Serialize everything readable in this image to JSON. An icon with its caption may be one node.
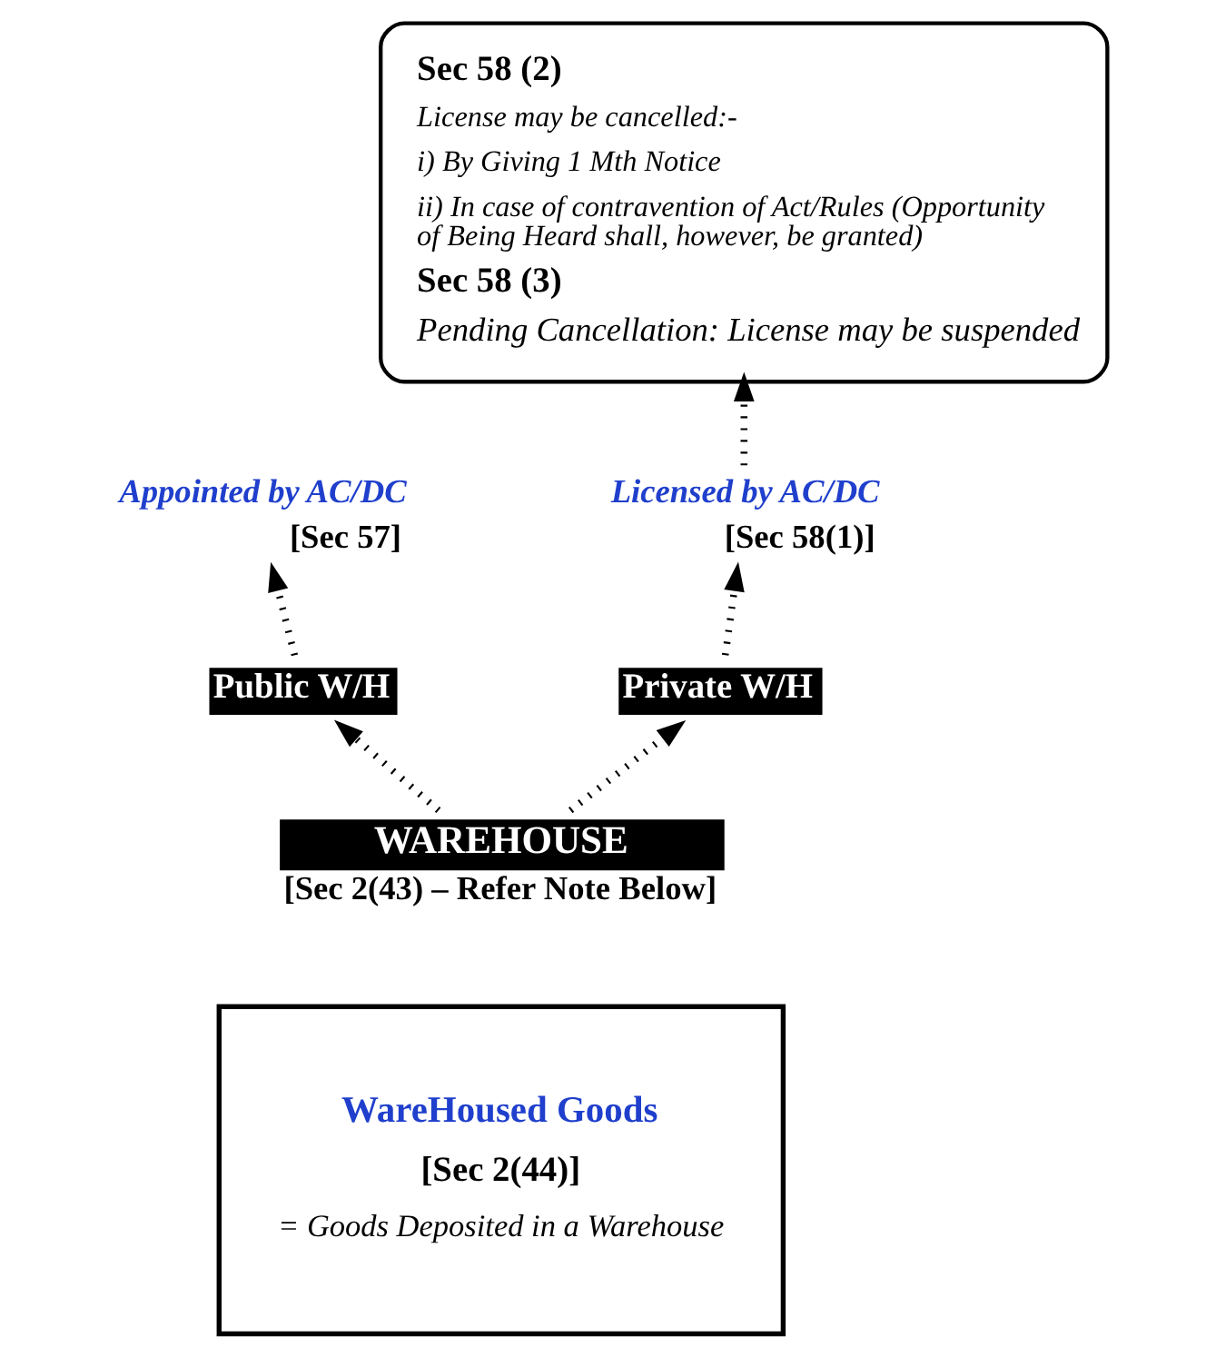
{
  "diagram": {
    "nodes": [
      {
        "text": [
          "Sec 58 (2)",
          "License may be cancelled:-",
          "i) By Giving 1 Mth Notice",
          "ii) In case of contravention of Act/Rules (Opportunity of Being Heard shall, however, be granted)",
          "Sec 58 (3)",
          "Pending Cancellation: License may be suspended"
        ]
      },
      {
        "text": [
          "Appointed by AC/DC"
        ],
        "beside": [
          "[Sec 57]"
        ]
      },
      {
        "text": [
          "Licensed by AC/DC"
        ],
        "beside": [
          "[Sec 58(1)]"
        ]
      },
      {
        "text": [
          "Public W/H"
        ]
      },
      {
        "text": [
          "Private W/H"
        ]
      },
      {
        "text": [
          "WAREHOUSE"
        ],
        "beside": [
          "[Sec 2(43) – Refer Note Below]"
        ]
      },
      {
        "text": [
          "WareHoused Goods",
          "[Sec 2(44)]",
          "= Goods Deposited in a Warehouse"
        ]
      }
    ],
    "edges": [
      {
        "from": 5,
        "to": 3,
        "arrow": "to"
      },
      {
        "from": 5,
        "to": 4,
        "arrow": "to"
      },
      {
        "from": 3,
        "to": 1,
        "arrow": "to"
      },
      {
        "from": 4,
        "to": 2,
        "arrow": "to"
      },
      {
        "from": 2,
        "to": 0,
        "arrow": "to"
      }
    ]
  }
}
